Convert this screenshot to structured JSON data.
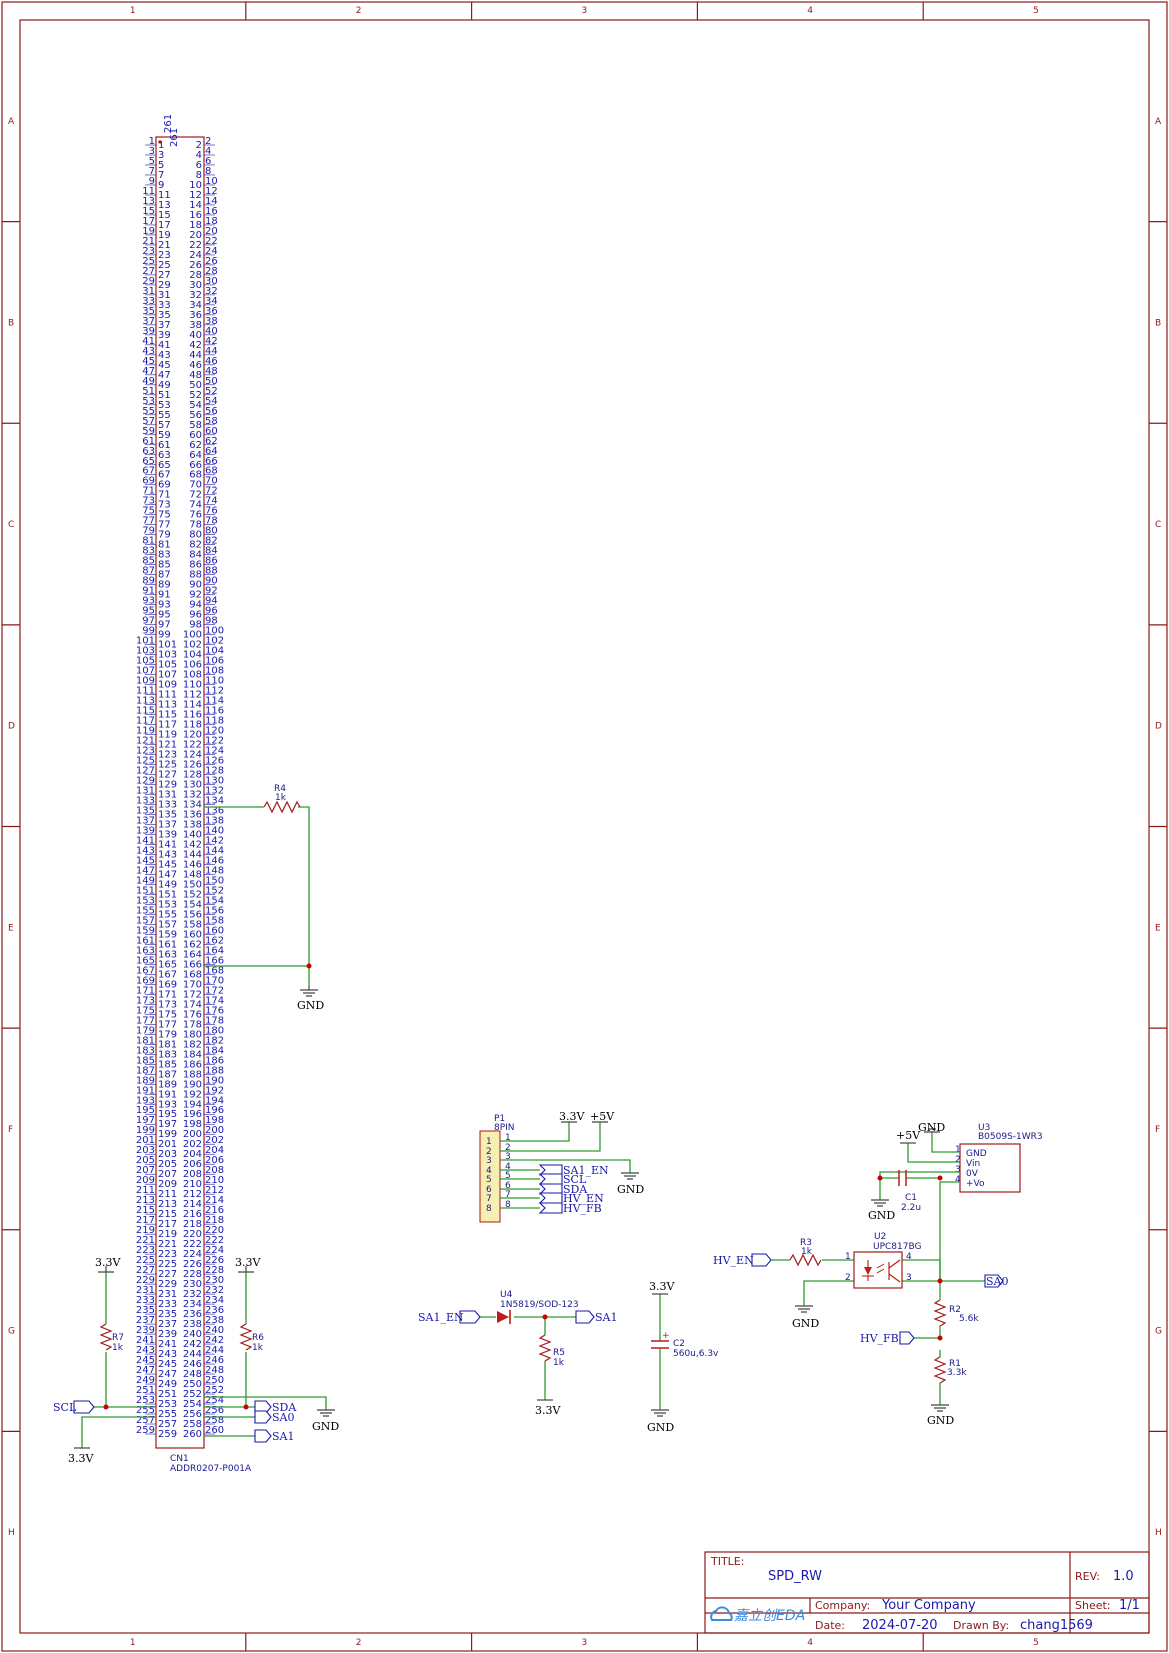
{
  "title_block": {
    "title_label": "TITLE:",
    "title": "SPD_RW",
    "rev_label": "REV:",
    "rev": "1.0",
    "company_label": "Company:",
    "company": "Your Company",
    "sheet_label": "Sheet:",
    "sheet": "1/1",
    "date_label": "Date:",
    "date": "2024-07-20",
    "drawn_label": "Drawn By:",
    "drawn_by": "chang1569",
    "logo": "嘉立创EDA"
  },
  "zones": {
    "cols": [
      "1",
      "2",
      "3",
      "4",
      "5"
    ],
    "rows": [
      "A",
      "B",
      "C",
      "D",
      "E",
      "F",
      "G",
      "H"
    ]
  },
  "connector": {
    "ref": "CN1",
    "value": "ADDR0207-P001A",
    "pin_count_label": "261",
    "top_left_label": "1",
    "pins_from": 1,
    "pins_to": 260
  },
  "components": {
    "r4": {
      "ref": "R4",
      "value": "1k"
    },
    "r7": {
      "ref": "R7",
      "value": "1k"
    },
    "r6": {
      "ref": "R6",
      "value": "1k"
    },
    "r5": {
      "ref": "R5",
      "value": "1k"
    },
    "r3": {
      "ref": "R3",
      "value": "1k"
    },
    "r2": {
      "ref": "R2",
      "value": "5.6k"
    },
    "r1": {
      "ref": "R1",
      "value": "3.3k"
    },
    "c1": {
      "ref": "C1",
      "value": "2.2u"
    },
    "c2": {
      "ref": "C2",
      "value": "560u,6.3v"
    },
    "u4": {
      "ref": "U4",
      "value": "1N5819/SOD-123"
    },
    "u2": {
      "ref": "U2",
      "value": "UPC817BG"
    },
    "u3": {
      "ref": "U3",
      "value": "B0509S-1WR3",
      "pins": [
        "GND",
        "Vin",
        "0V",
        "+Vo"
      ]
    },
    "p1": {
      "ref": "P1",
      "value": "8PIN"
    }
  },
  "nets": {
    "gnd": "GND",
    "v33": "3.3V",
    "v5": "+5V",
    "scl": "SCL",
    "sda": "SDA",
    "sa0": "SA0",
    "sa1": "SA1",
    "sa1_en": "SA1_EN",
    "hv_en": "HV_EN",
    "hv_fb": "HV_FB"
  },
  "colors": {
    "frame": "#8b1a1a",
    "wire": "#2e9a2e",
    "component": "#a01a1a",
    "text": "#1a1aaa",
    "connector_body": "#f7eeb0"
  }
}
